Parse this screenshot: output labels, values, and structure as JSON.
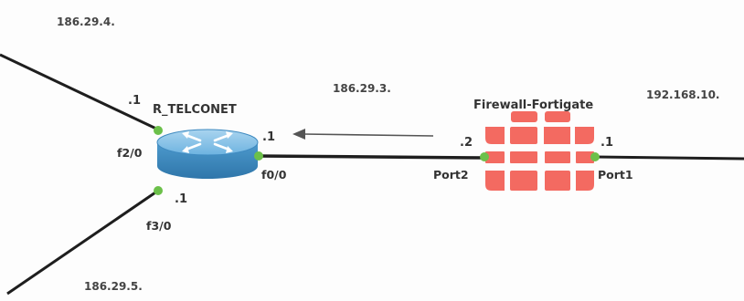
{
  "networks": {
    "top_left": "186.29.4.",
    "middle": "186.29.3.",
    "right": "192.168.10.",
    "bottom_left": "186.29.5."
  },
  "devices": {
    "router": {
      "name": "R_TELCONET",
      "icon": "router-icon",
      "interfaces": [
        {
          "name": "f2/0",
          "ip": ".1"
        },
        {
          "name": "f0/0",
          "ip": ".1"
        },
        {
          "name": "f3/0",
          "ip": ".1"
        }
      ]
    },
    "firewall": {
      "name": "Firewall-Fortigate",
      "icon": "fortinet-logo-icon",
      "brand_color": "#ee3124",
      "interfaces": [
        {
          "name": "Port2",
          "ip": ".2"
        },
        {
          "name": "Port1",
          "ip": ".1"
        }
      ]
    }
  },
  "colors": {
    "link": "#1e1e1e",
    "port_dot": "#6cc04a",
    "router_body": "#5aa3d3",
    "firewall": "#ee3124"
  }
}
